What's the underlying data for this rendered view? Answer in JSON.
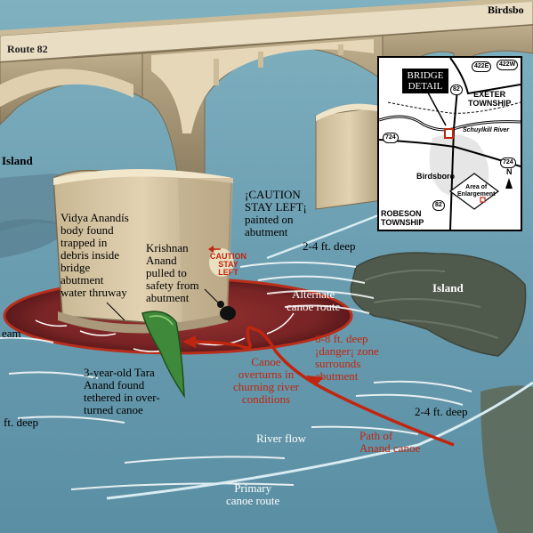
{
  "labels": {
    "birdsboro_top": "Birdsbo",
    "route82": "Route 82",
    "island_left": "Island",
    "island_right": "Island",
    "stream_left": "eam",
    "ft_deep_left": "ft. deep",
    "vidya": [
      "Vidya Anandís",
      "body found",
      "trapped in",
      "debris inside",
      "bridge",
      "abutment",
      "water thruway"
    ],
    "krishnan": [
      "Krishnan",
      "Anand",
      "pulled to",
      "safety from",
      "abutment"
    ],
    "caution_note": [
      "¡CAUTION",
      "STAY LEFT¡",
      "painted on",
      "abutment"
    ],
    "deep_upper": "2-4 ft. deep",
    "alternate_route": [
      "Alternate",
      "canoe route"
    ],
    "danger_zone": [
      "6-8 ft. deep",
      "¡danger¡ zone",
      "surrounds",
      "abutment"
    ],
    "tara": [
      "3-year-old Tara",
      "Anand found",
      "tethered in over-",
      "turned canoe"
    ],
    "canoe_overturns": [
      "Canoe",
      "overturns in",
      "churning river",
      "conditions"
    ],
    "deep_lower": "2-4 ft. deep",
    "river_flow": "River flow",
    "path_canoe": [
      "Path of",
      "Anand canoe"
    ],
    "primary_route": [
      "Primary",
      "canoe route"
    ]
  },
  "abutment_sign": [
    "CAUTION",
    "STAY",
    "LEFT"
  ],
  "inset": {
    "bridge_detail": [
      "BRIDGE",
      "DETAIL"
    ],
    "exeter": [
      "EXETER",
      "TOWNSHIP"
    ],
    "schuylkill": "Schuylkill River",
    "birdsboro": "Birdsboro",
    "robeson": [
      "ROBESON",
      "TOWNSHIP"
    ],
    "area": [
      "Area of",
      "Enlargement"
    ],
    "north": "N",
    "routes": [
      "422E",
      "422W",
      "82",
      "724",
      "724",
      "82"
    ]
  },
  "colors": {
    "water": "#6b9fb0",
    "bridge": "#d8c6a4",
    "danger_zone": "#7a1a1a",
    "canoe_path": "#c0260f",
    "canoe": "#3f8a3a",
    "island": "#4f5a4c"
  }
}
